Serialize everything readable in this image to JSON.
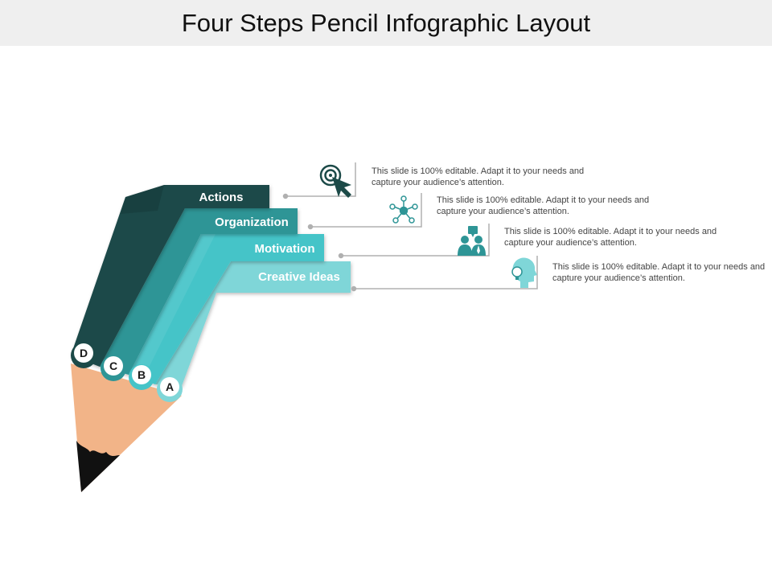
{
  "title": "Four Steps Pencil Infographic Layout",
  "colors": {
    "actions": "#1c4a48",
    "organization": "#2e9596",
    "motivation": "#45c4c8",
    "creative_ideas": "#7fd6d8",
    "wood": "#f2b488",
    "lead": "#111111",
    "icon": "#1c4a48"
  },
  "steps": [
    {
      "letter": "D",
      "label": "Actions",
      "icon": "target-click-icon",
      "description": "This slide is 100% editable. Adapt it to your needs and capture your audience’s attention."
    },
    {
      "letter": "C",
      "label": "Organization",
      "icon": "network-icon",
      "description": "This slide is 100% editable. Adapt it to your needs and capture your audience’s attention."
    },
    {
      "letter": "B",
      "label": "Motivation",
      "icon": "presenter-icon",
      "description": "This slide is 100% editable. Adapt it to your needs and capture your audience’s attention."
    },
    {
      "letter": "A",
      "label": "Creative Ideas",
      "icon": "head-bulb-icon",
      "description": "This slide is 100% editable. Adapt it to your needs and capture your audience’s attention."
    }
  ]
}
